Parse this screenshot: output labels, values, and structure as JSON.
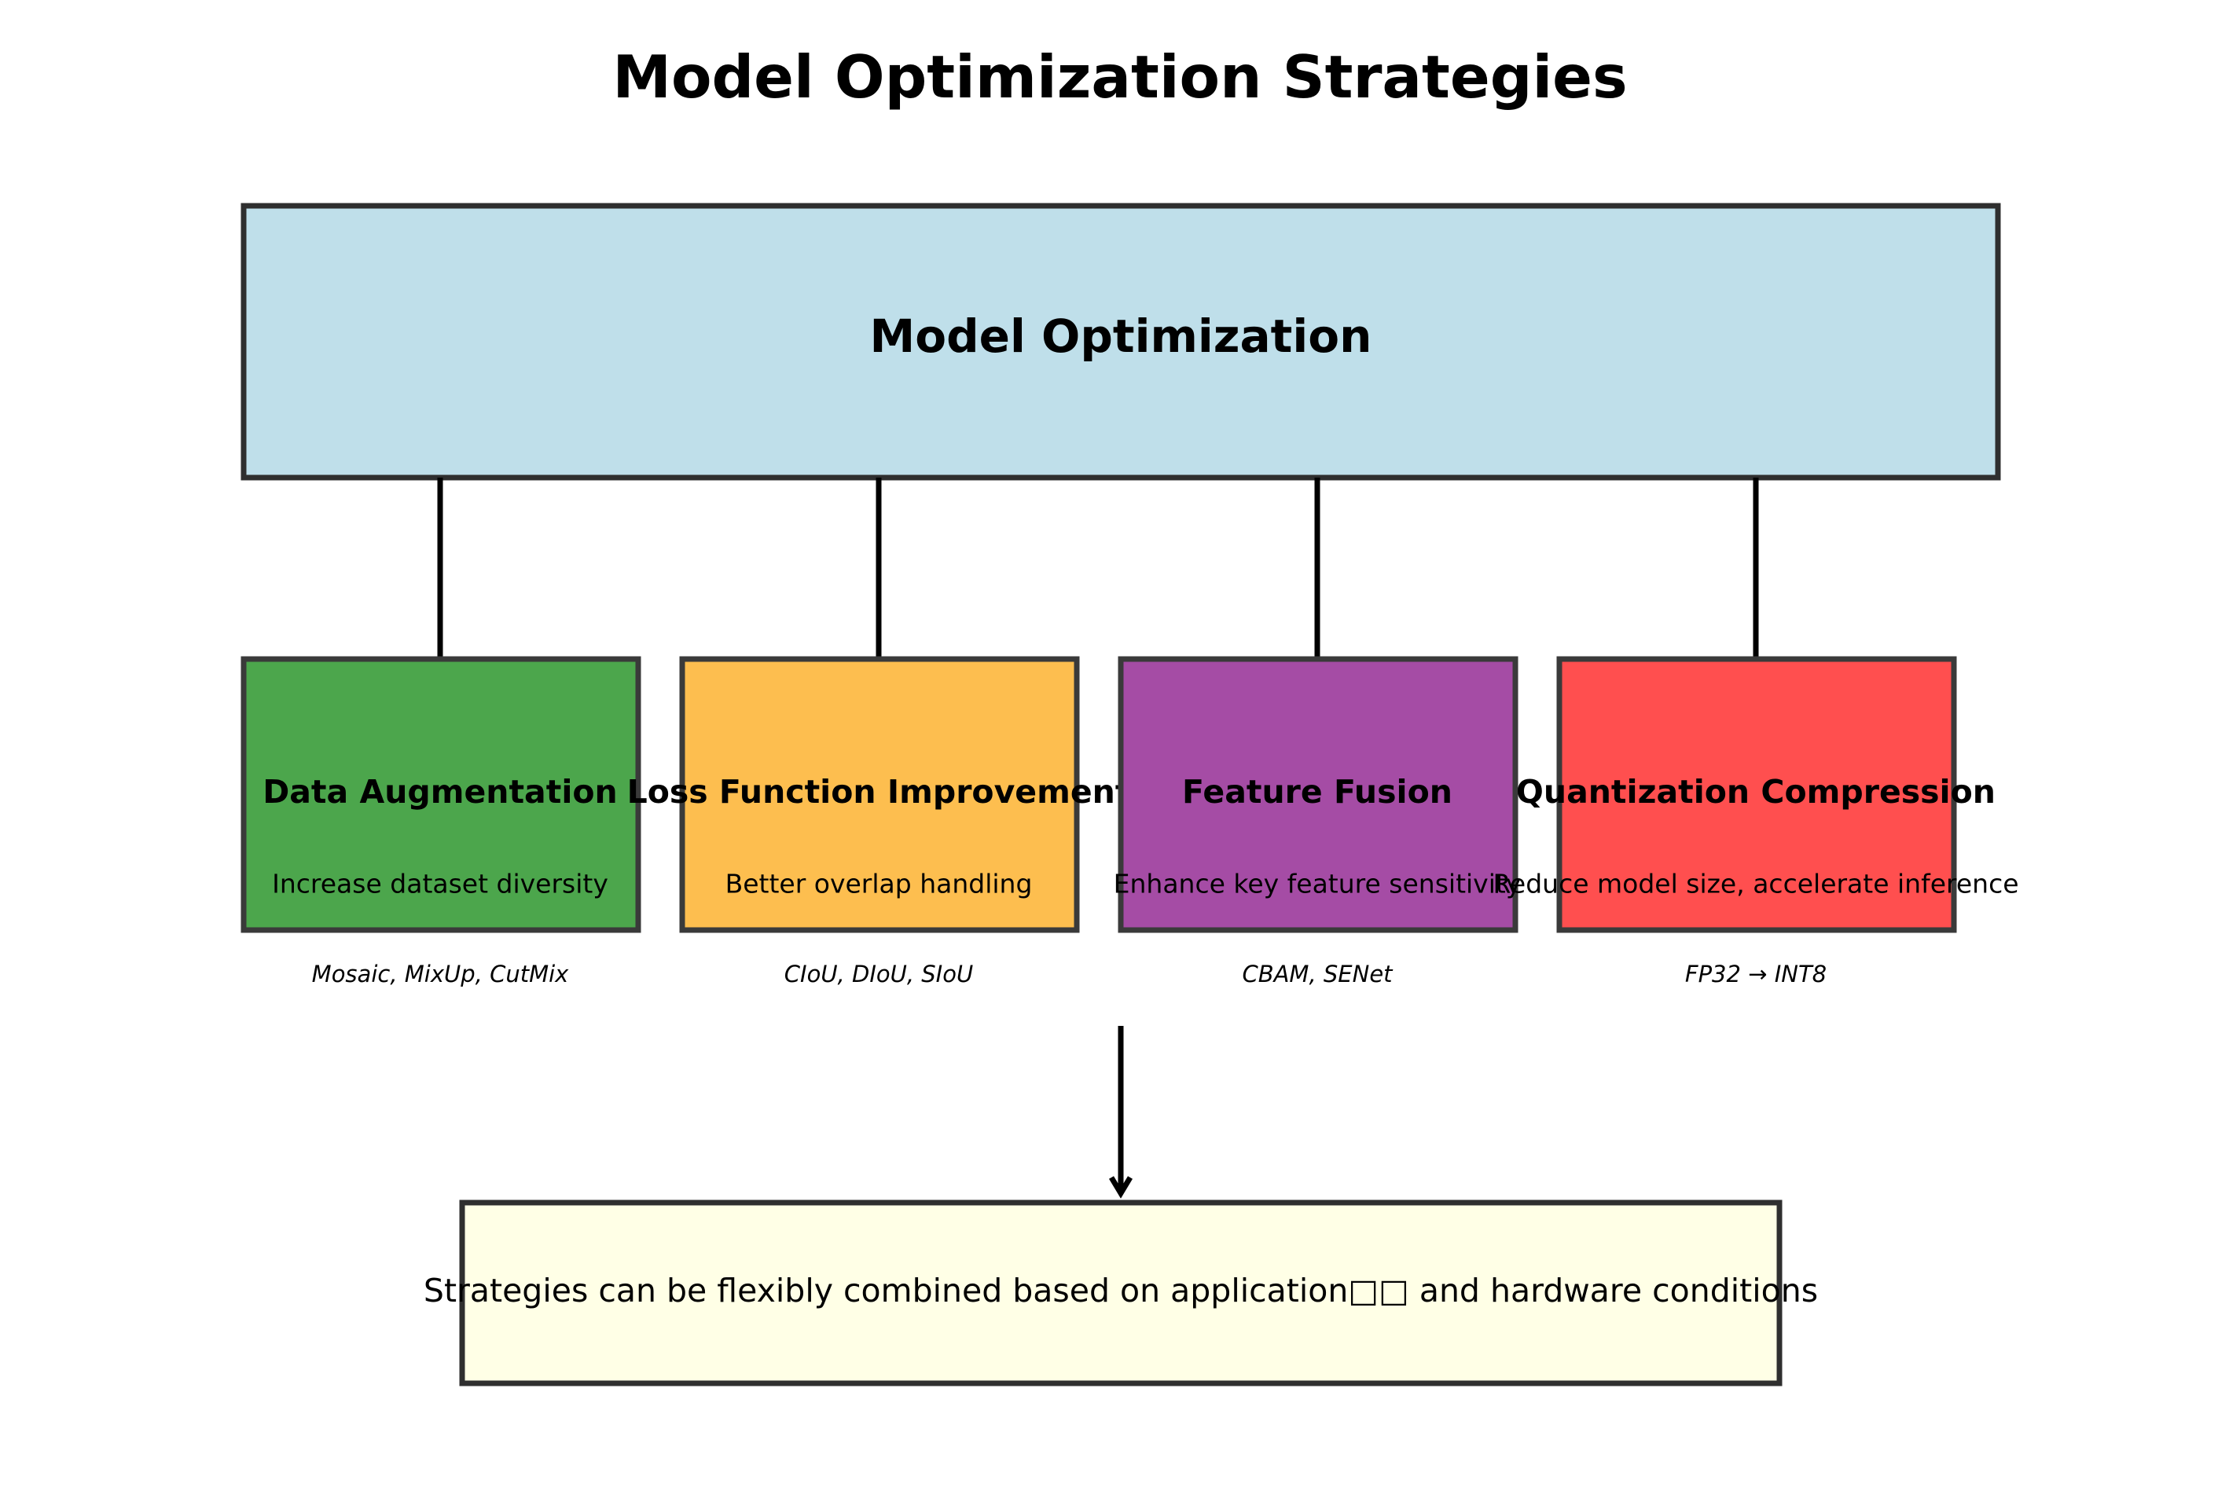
{
  "title": "Model Optimization Strategies",
  "root": {
    "label": "Model Optimization",
    "color": "#bfdfea"
  },
  "strategies": [
    {
      "name": "Data Augmentation",
      "desc": "Increase dataset diversity",
      "methods": "Mosaic, MixUp, CutMix",
      "color": "#4ca64c"
    },
    {
      "name": "Loss Function Improvement",
      "desc": "Better overlap handling",
      "methods": "CIoU, DIoU, SIoU",
      "color": "#fdbe4f"
    },
    {
      "name": "Feature Fusion",
      "desc": "Enhance key feature sensitivity",
      "methods": "CBAM, SENet",
      "color": "#a54ca5"
    },
    {
      "name": "Quantization Compression",
      "desc": "Reduce model size, accelerate inference",
      "methods": "FP32 → INT8",
      "color": "#ff4f4f"
    }
  ],
  "summary": {
    "text": "Strategies can be flexibly combined based on application□□ and hardware conditions",
    "color": "#ffffe6"
  }
}
